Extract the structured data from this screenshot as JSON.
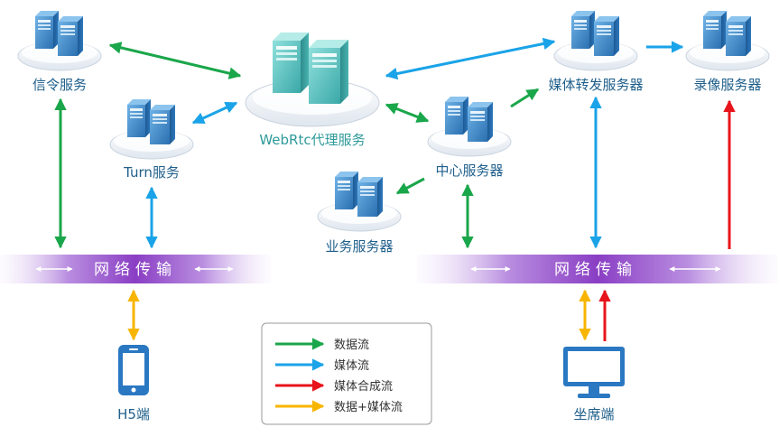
{
  "colors": {
    "data_flow": "#1aa64a",
    "media_flow": "#1aa3e8",
    "composite_flow": "#e8141b",
    "data_media_flow": "#f7b500",
    "node_label": "#1f5f8b",
    "proxy_label": "#2f9a9a",
    "bus": "#8a3ec4"
  },
  "nodes": {
    "signaling": "信令服务",
    "turn": "Turn服务",
    "proxy": "WebRtc代理服务",
    "center": "中心服务器",
    "business": "业务服务器",
    "media_forward": "媒体转发服务器",
    "recording": "录像服务器",
    "h5": "H5端",
    "seat": "坐席端"
  },
  "bus": {
    "left": "网络传输",
    "right": "网络传输"
  },
  "legend": {
    "data": "数据流",
    "media": "媒体流",
    "composite": "媒体合成流",
    "data_media": "数据+媒体流"
  }
}
